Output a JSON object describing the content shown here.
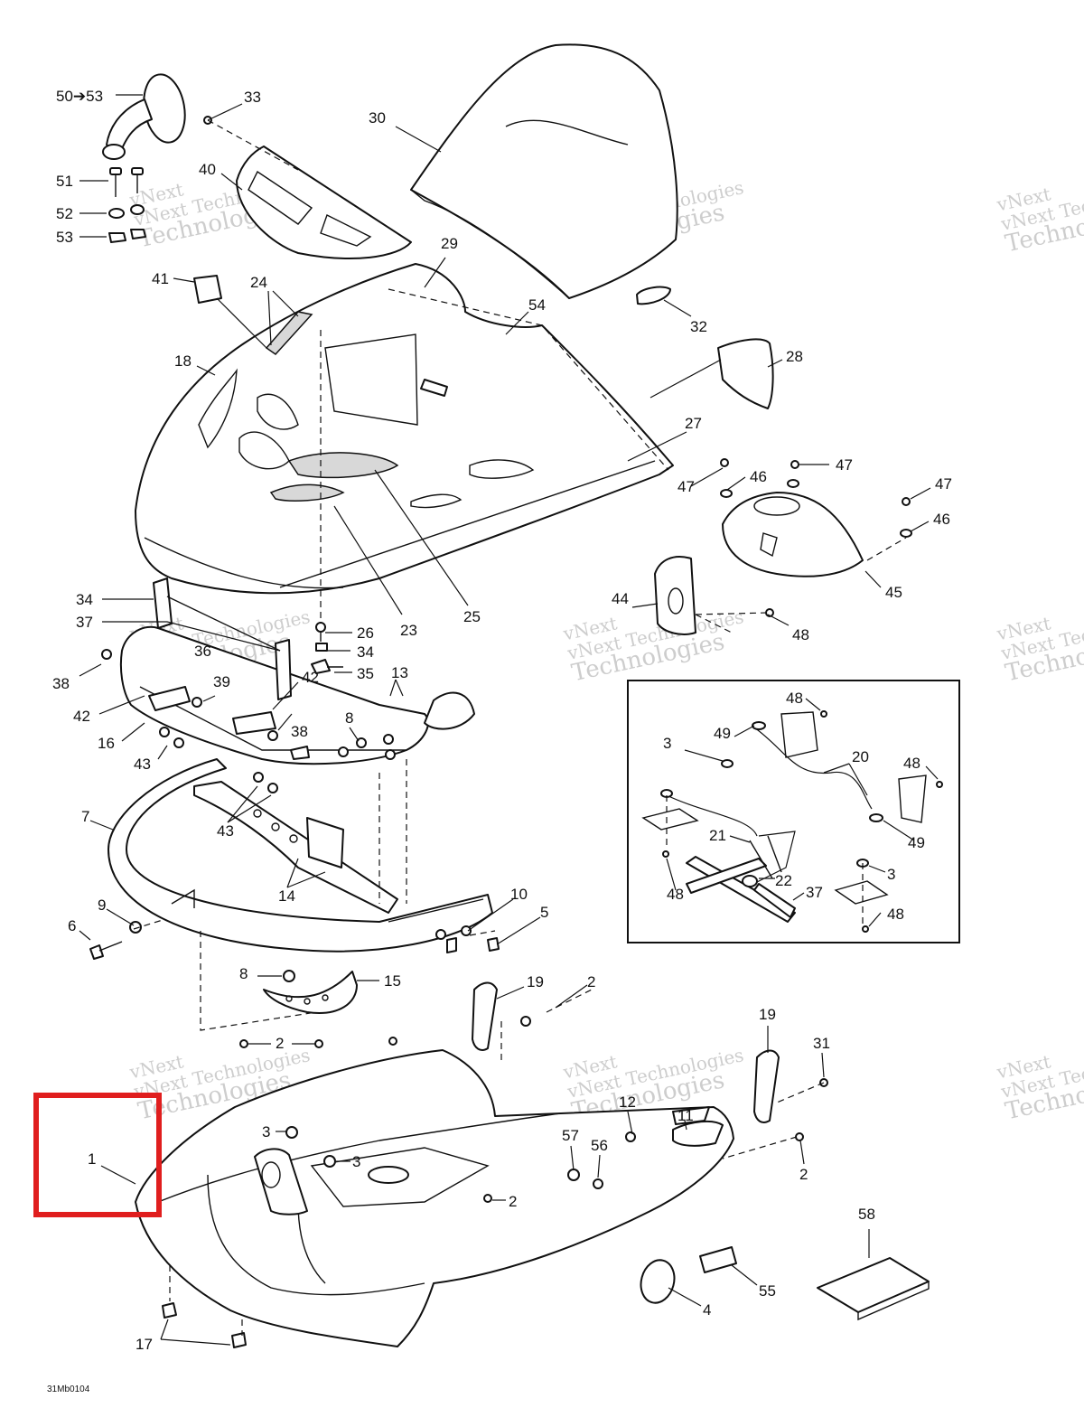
{
  "diagram": {
    "drawing_code": "31Mb0104",
    "watermark": {
      "line1": "vNext Technologies",
      "line2": "Technologies",
      "top": "vNext"
    },
    "highlight_color": "#e01e1e",
    "labels": {
      "l50_53": "50➔53",
      "l33": "33",
      "l30": "30",
      "l51": "51",
      "l40": "40",
      "l52": "52",
      "l53": "53",
      "l29": "29",
      "l41": "41",
      "l24": "24",
      "l54": "54",
      "l32": "32",
      "l18": "18",
      "l28": "28",
      "l27": "27",
      "l47a": "47",
      "l46a": "46",
      "l47b": "47",
      "l47c": "47",
      "l46b": "46",
      "l45": "45",
      "l44": "44",
      "l48a": "48",
      "l34a": "34",
      "l37": "37",
      "l36": "36",
      "l26": "26",
      "l34b": "34",
      "l23": "23",
      "l25": "25",
      "l35": "35",
      "l38a": "38",
      "l39": "39",
      "l42a": "42",
      "l42b": "42",
      "l13": "13",
      "l16": "16",
      "l38b": "38",
      "l8a": "8",
      "l43a": "43",
      "l43b": "43",
      "l7": "7",
      "l14": "14",
      "l9": "9",
      "l6": "6",
      "l10": "10",
      "l5": "5",
      "l8b": "8",
      "l15": "15",
      "l19a": "19",
      "l2a": "2",
      "l2b": "2",
      "l19b": "19",
      "l31": "31",
      "l12": "12",
      "l11": "11",
      "l3a": "3",
      "l3b": "3",
      "l1": "1",
      "l57": "57",
      "l56": "56",
      "l2c": "2",
      "l2d": "2",
      "l58": "58",
      "l55": "55",
      "l4": "4",
      "l17": "17",
      "i48a": "48",
      "i49a": "49",
      "i3a": "3",
      "i20": "20",
      "i48b": "48",
      "i49b": "49",
      "i21": "21",
      "i22": "22",
      "i37": "37",
      "i3b": "3",
      "i48c": "48",
      "i48d": "48"
    }
  }
}
